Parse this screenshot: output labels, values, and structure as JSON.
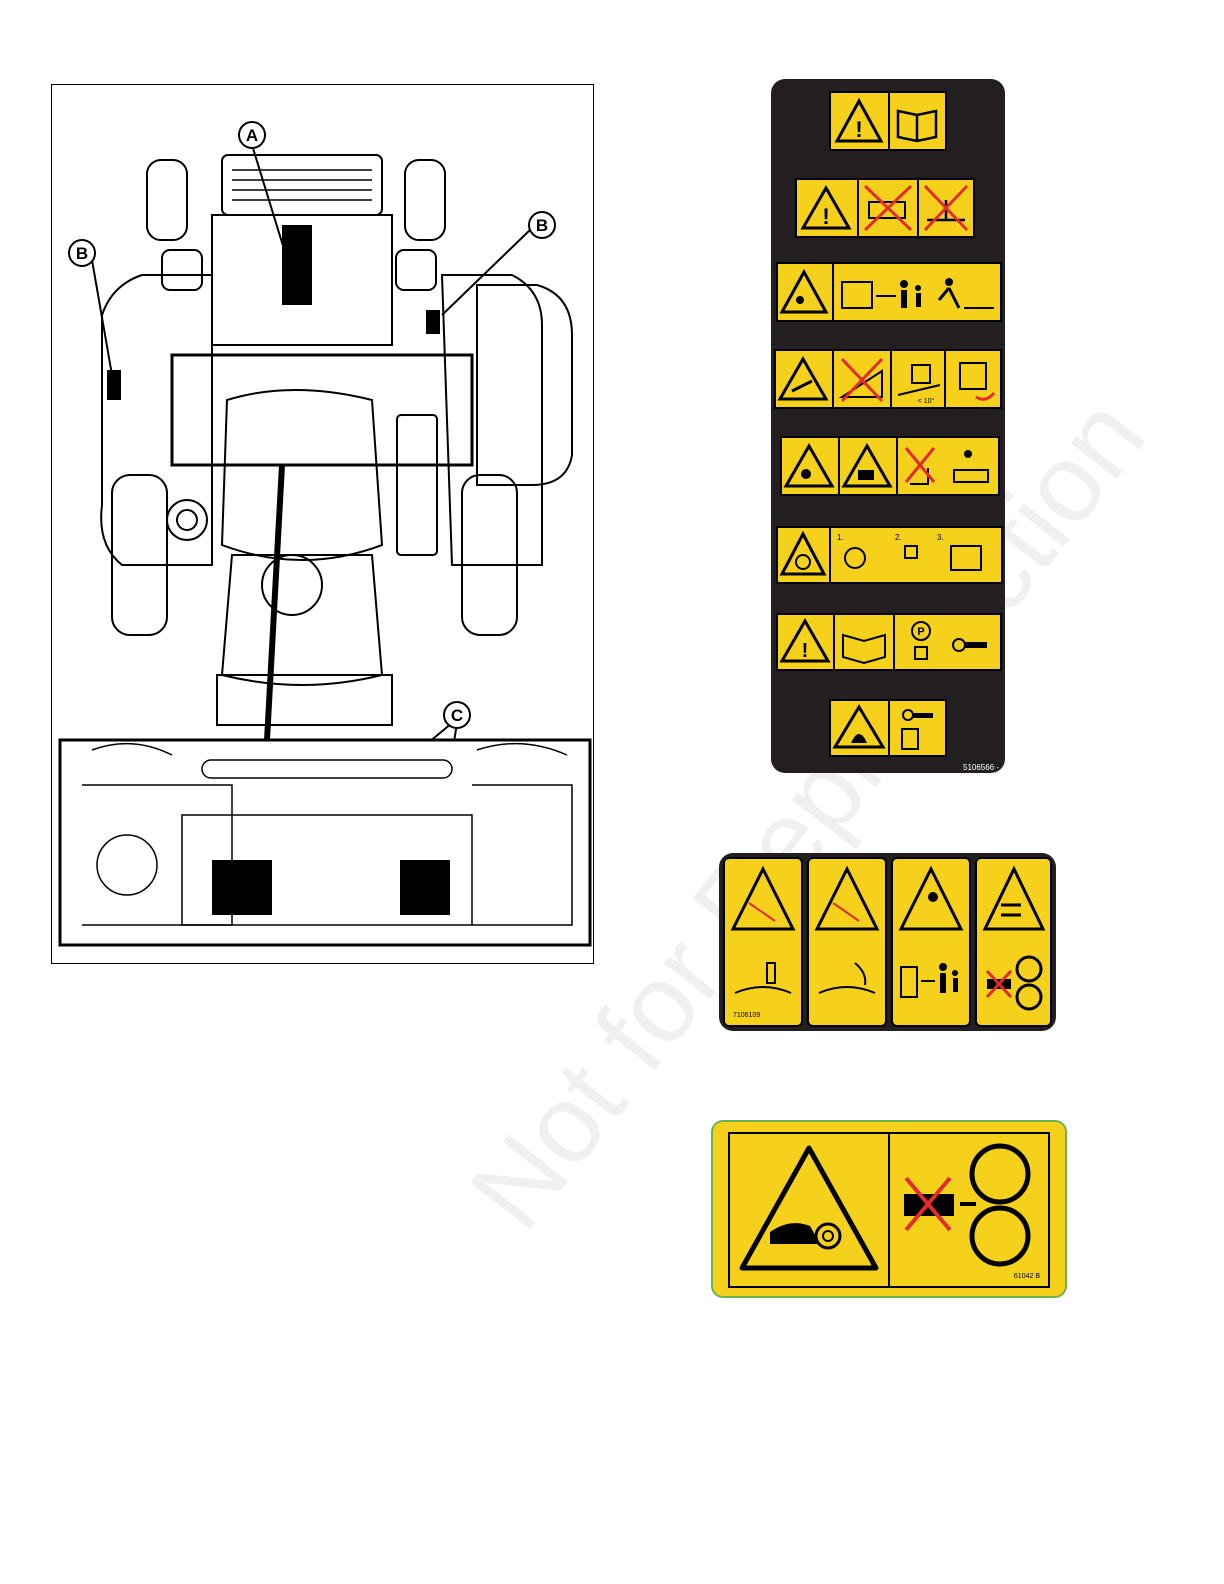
{
  "diagram": {
    "labels": {
      "a": "A",
      "b": "B",
      "c": "C"
    }
  },
  "decal_a": {
    "part_number": "5106566 -",
    "slope_text": "< 10°",
    "step1": "1.",
    "step2": "2.",
    "step3": "3.",
    "park": "P"
  },
  "decal_b": {
    "part_number": "7106109"
  },
  "decal_c": {
    "part_number": "61042 B"
  },
  "watermark": "Not for Reproduction",
  "colors": {
    "yellow": "#f5d11b",
    "black": "#231f20",
    "red": "#e32b2b",
    "green": "#6bb34a"
  }
}
